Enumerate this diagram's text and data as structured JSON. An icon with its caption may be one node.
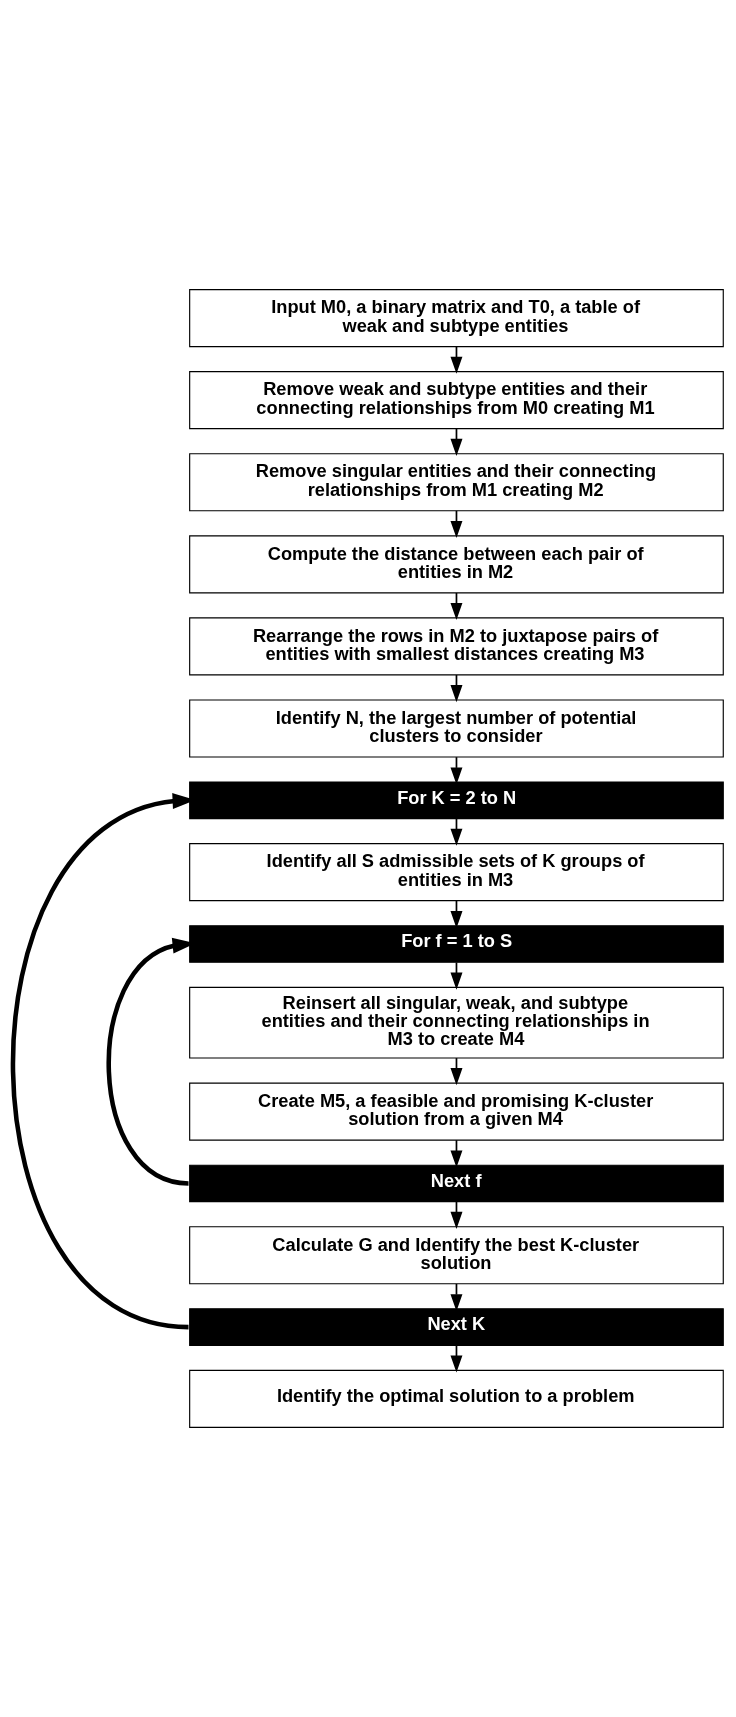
{
  "diagram": {
    "nodes": [
      {
        "text": [
          "Input M0, a binary matrix and T0, a table of weak and subtype entities"
        ]
      },
      {
        "text": [
          "Remove weak and subtype entities and their connecting relationships from M0 creating M1"
        ]
      },
      {
        "text": [
          "Remove singular entities and their connecting relationships from M1 creating M2"
        ]
      },
      {
        "text": [
          "Compute the distance between each pair of entities in M2"
        ]
      },
      {
        "text": [
          "Rearrange the rows in M2 to juxtapose pairs of entities with smallest distances creating M3"
        ]
      },
      {
        "text": [
          "Identify N, the largest number of potential clusters to consider"
        ]
      },
      {
        "text": [
          "For K = 2 to N"
        ]
      },
      {
        "text": [
          "Identify all S admissible sets of K groups of entities in M3"
        ]
      },
      {
        "text": [
          "For f = 1 to S"
        ]
      },
      {
        "text": [
          "Reinsert all singular, weak, and subtype entities and their connecting relationships in M3 to create M4"
        ]
      },
      {
        "text": [
          "Create M5, a feasible and promising K-cluster solution from a given M4"
        ]
      },
      {
        "text": [
          "Next f"
        ]
      },
      {
        "text": [
          "Calculate G and Identify the best K-cluster solution"
        ]
      },
      {
        "text": [
          "Next K"
        ]
      },
      {
        "text": [
          "Identify the optimal solution to a problem"
        ]
      }
    ],
    "edges": [
      {
        "from": 0,
        "to": 1,
        "arrow": "to"
      },
      {
        "from": 1,
        "to": 2,
        "arrow": "to"
      },
      {
        "from": 2,
        "to": 3,
        "arrow": "to"
      },
      {
        "from": 3,
        "to": 4,
        "arrow": "to"
      },
      {
        "from": 4,
        "to": 5,
        "arrow": "to"
      },
      {
        "from": 5,
        "to": 6,
        "arrow": "to"
      },
      {
        "from": 6,
        "to": 7,
        "arrow": "to"
      },
      {
        "from": 7,
        "to": 8,
        "arrow": "to"
      },
      {
        "from": 8,
        "to": 9,
        "arrow": "to"
      },
      {
        "from": 9,
        "to": 10,
        "arrow": "to"
      },
      {
        "from": 10,
        "to": 11,
        "arrow": "to"
      },
      {
        "from": 11,
        "to": 8,
        "arrow": "to",
        "style": "thick"
      },
      {
        "from": 11,
        "to": 12,
        "arrow": "to"
      },
      {
        "from": 12,
        "to": 13,
        "arrow": "to"
      },
      {
        "from": 13,
        "to": 6,
        "arrow": "to",
        "style": "thick"
      },
      {
        "from": 13,
        "to": 14,
        "arrow": "to"
      }
    ]
  }
}
